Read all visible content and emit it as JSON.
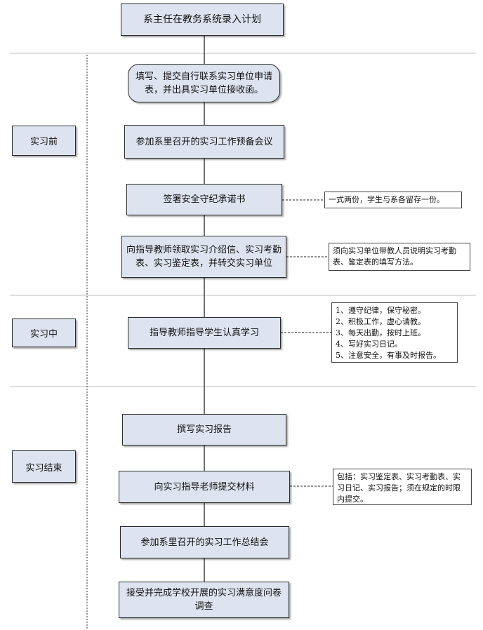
{
  "steps": {
    "s0": "系主任在教务系统录入计划",
    "s1": "填写、提交自行联系实习单位申请表，并出具实习单位接收函。",
    "s2": "参加系里召开的实习工作预备会议",
    "s3": "签署安全守纪承诺书",
    "s4": "向指导教师领取实习介绍信、实习考勤表、实习鉴定表，并转交实习单位",
    "s5": "指导教师指导学生认真学习",
    "s6": "撰写实习报告",
    "s7": "向实习指导老师提交材料",
    "s8": "参加系里召开的实习工作总结会",
    "s9": "接受并完成学校开展的实习满意度问卷调查"
  },
  "stages": {
    "before": "实习前",
    "during": "实习中",
    "end": "实习结束"
  },
  "notes": {
    "n1": "一式两份，学生与系各留存一份。",
    "n2": "须向实习单位带教人员说明实习考勤表、鉴定表的填写方法。",
    "n3": [
      "1、遵守纪律，保守秘密。",
      "2、积极工作，虚心请教。",
      "3、每天出勤，按时上班。",
      "4、写好实习日记。",
      "5、注意安全，有事及时报告。"
    ],
    "n4": "包括：实习鉴定表、实习考勤表、实习日记、实习报告；须在规定的时限内提交。"
  },
  "colors": {
    "box_fill": "#dde4f0",
    "border": "#2b2b2b",
    "separator": "#bdbdbd"
  }
}
